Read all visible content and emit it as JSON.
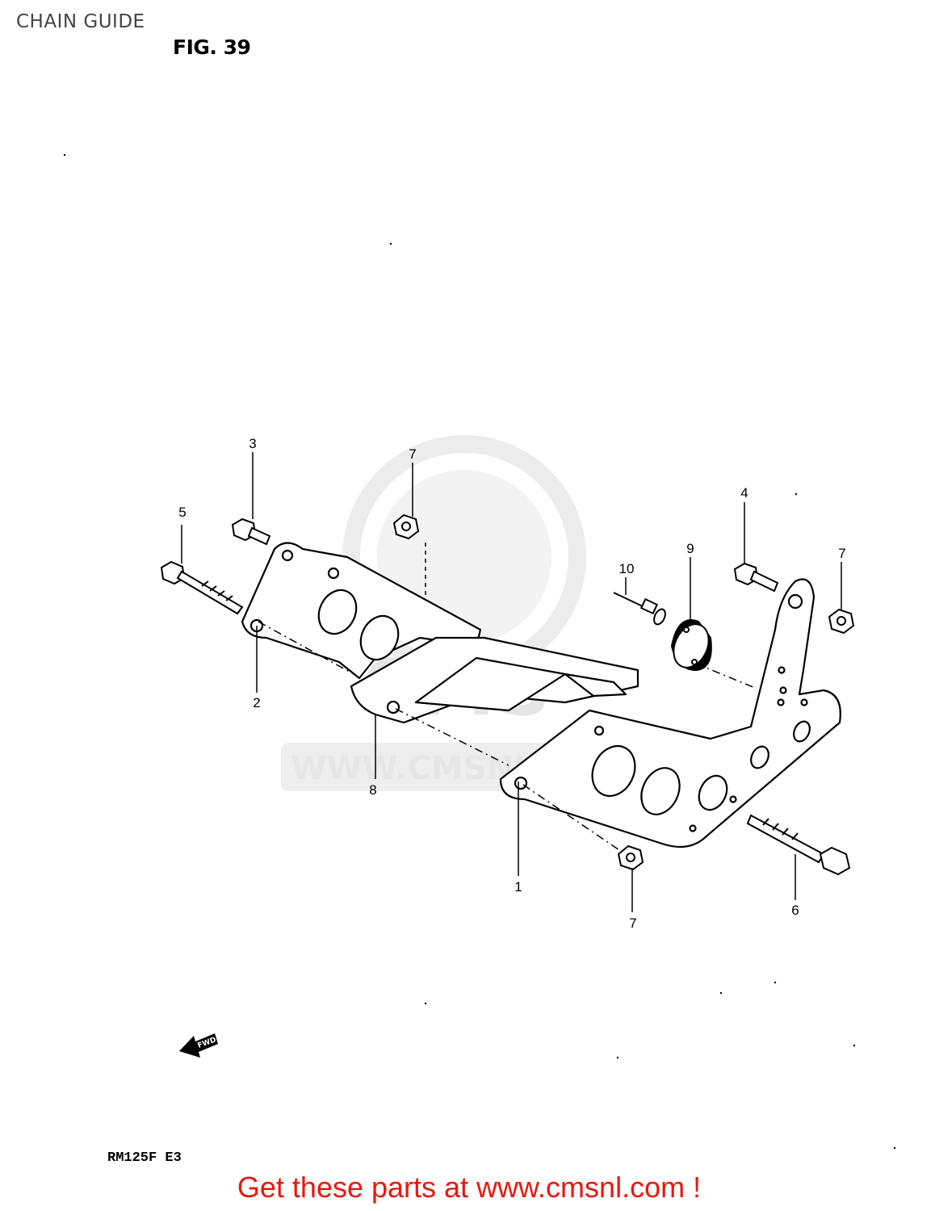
{
  "header": {
    "title": "CHAIN GUIDE",
    "figure": "FIG. 39"
  },
  "diagram": {
    "watermark_text": "WWW.CMSNL.COM",
    "watermark_logo": "CMS",
    "fwd_label": "FWD",
    "callouts": {
      "c1": "1",
      "c2": "2",
      "c3": "3",
      "c4": "4",
      "c5": "5",
      "c6": "6",
      "c7a": "7",
      "c7b": "7",
      "c7c": "7",
      "c8": "8",
      "c9": "9",
      "c10": "10"
    }
  },
  "footer": {
    "model": "RM125F  E3",
    "link_text": "Get these parts at www.cmsnl.com !"
  }
}
